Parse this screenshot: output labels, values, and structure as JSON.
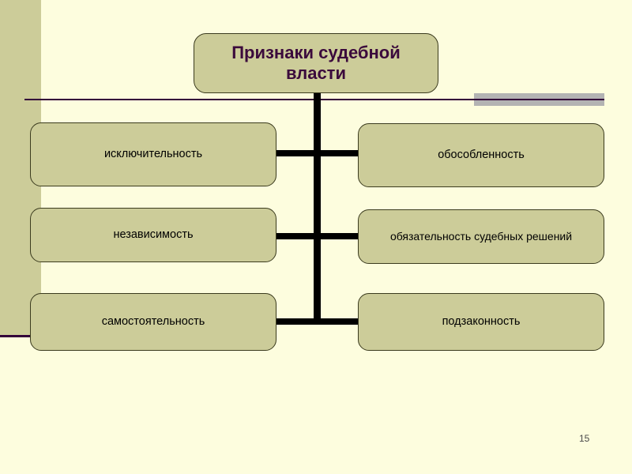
{
  "slide": {
    "page_number": "15",
    "background_color": "#FDFDDE",
    "accent_color": "#33003A",
    "node_fill_color": "#CCCC99",
    "node_border_color": "#3B3B1E",
    "connector_color": "#000000",
    "slab_color": "#B3B3B3"
  },
  "diagram": {
    "title": "Признаки судебной власти",
    "nodes": [
      {
        "id": "l1",
        "label": "исключительность",
        "column": "left",
        "row": 1
      },
      {
        "id": "r1",
        "label": "обособленность",
        "column": "right",
        "row": 1
      },
      {
        "id": "l2",
        "label": "независимость",
        "column": "left",
        "row": 2
      },
      {
        "id": "r2",
        "label": "обязательность судебных решений",
        "column": "right",
        "row": 2
      },
      {
        "id": "l3",
        "label": "самостоятельность",
        "column": "left",
        "row": 3
      },
      {
        "id": "r3",
        "label": "подзаконность",
        "column": "right",
        "row": 3
      }
    ]
  }
}
